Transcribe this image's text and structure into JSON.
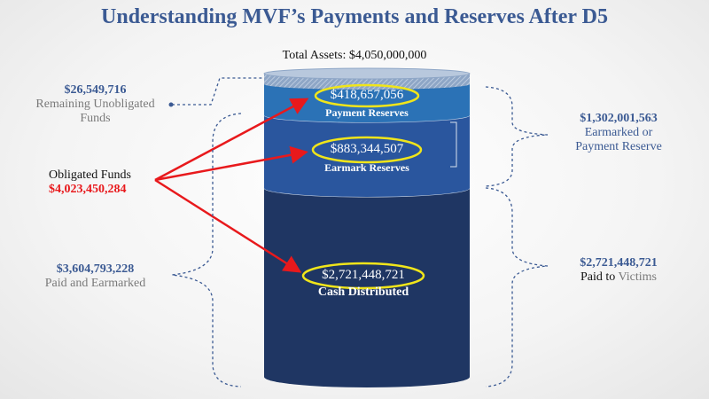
{
  "title": "Understanding MVF’s Payments and Reserves After D5",
  "total_assets": "Total Assets: $4,050,000,000",
  "left": {
    "remaining": {
      "amount": "$26,549,716",
      "label_line1": "Remaining Unobligated",
      "label_line2": "Funds"
    },
    "obligated": {
      "label": "Obligated Funds",
      "amount": "$4,023,450,284"
    },
    "paid_earmarked": {
      "amount": "$3,604,793,228",
      "label": "Paid and Earmarked"
    }
  },
  "cylinder": {
    "payment_reserves": {
      "amount": "$418,657,056",
      "label": "Payment Reserves"
    },
    "earmark_reserves": {
      "amount": "$883,344,507",
      "label": "Earmark Reserves"
    },
    "cash_distributed": {
      "amount": "$2,721,448,721",
      "label": "Cash Distributed"
    }
  },
  "right": {
    "earmarked": {
      "amount": "$1,302,001,563",
      "label_line1": "Earmarked or",
      "label_line2": "Payment Reserve"
    },
    "paid": {
      "amount": "$2,721,448,721",
      "label_prefix": "Paid to ",
      "label_suffix": "Victims"
    }
  },
  "colors": {
    "title": "#3b5a93",
    "band_top": "#2b72b6",
    "band_mid": "#2a569e",
    "band_bottom": "#1f3663",
    "highlight_ellipse": "#f0e51a",
    "arrow": "#e8191c",
    "bracket": "#3b5a93"
  }
}
